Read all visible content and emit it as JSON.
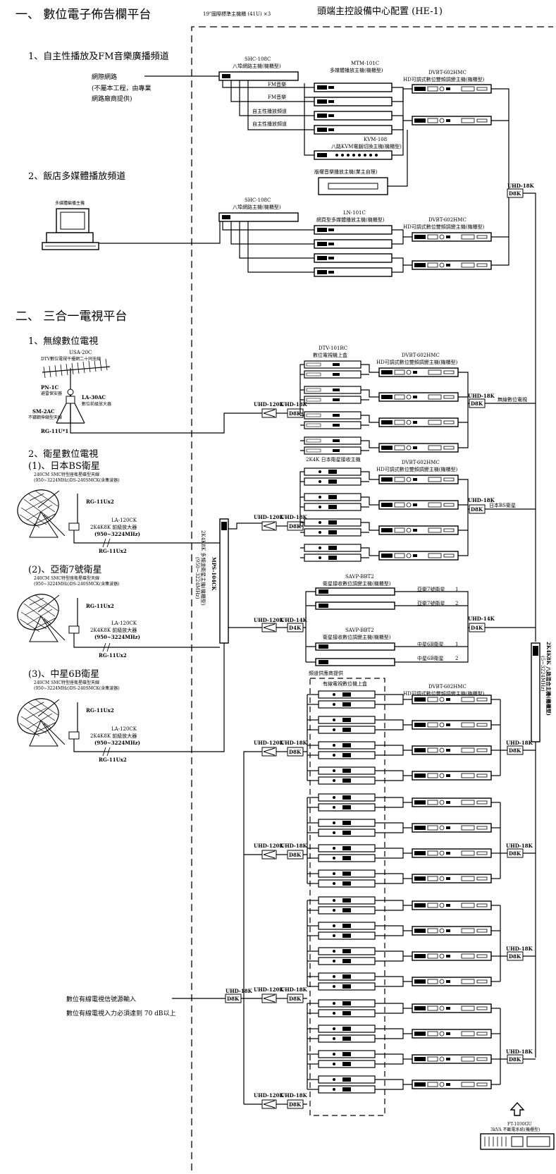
{
  "header": {
    "section1": "一、 數位電子佈告欄平台",
    "rack": "19\"國際標準主機櫃 (41U) ×3",
    "center": "頭端主控設備中心配置 (HE-1)"
  },
  "part1": {
    "title_fm": "1、自主性播放及FM音樂廣播頻道",
    "network_line1": "網際網路",
    "network_line2": "(不屬本工程，由專業",
    "network_line3": "網路廠商提供)",
    "title_hotel": "2、飯店多媒體播放頻道",
    "pc_label": "多媒體編播主機",
    "shc_model": "SHC-108C",
    "shc_desc": "八埠網路主機(機櫃型)",
    "mtm_model": "MTM-101C",
    "mtm_desc": "多媒體播放主機(機櫃型)",
    "dvbt_model": "DVBT-602HMC",
    "dvbt_desc": "HD可調式數位雙頻調變主機(機櫃型)",
    "fm1": "FM音樂",
    "fm2": "FM音樂",
    "self1": "自主性播放頻道",
    "self2": "自主性播放頻道",
    "kvm_model": "KVM-108",
    "kvm_desc": "八路KVM電腦切換主機(機櫃型)",
    "music_host": "版權音樂播放主機(業主自理)",
    "ln_model": "LN-101C",
    "ln_desc": "網頁型多媒體播放主機(機櫃型)",
    "uhd18k": "UHD-18K",
    "d8k": "D8K"
  },
  "part2": {
    "section2": "二、 三合一電視平台",
    "dtv_title": "1、無線數位電視",
    "usa_model": "USA-20C",
    "usa_desc": "DTV數位電視干擾網二十同天線",
    "pn_model": "PN-1C",
    "pn_desc": "避雷保安器",
    "la30_model": "LA-30AC",
    "la30_desc": "數位前級放大器",
    "sm_model": "SM-2AC",
    "sm_desc": "不鏽鋼伸縮型天線",
    "rg11u1": "RG-11U*1",
    "dtv101_model": "DTV-101RC",
    "dtv101_desc": "數位電視機上盒",
    "uhd120k": "UHD-120K",
    "wireless_tv": "無線數位電視",
    "sat_title": "2、衛星數位電視",
    "bs_title": "(1)、日本BS衛星",
    "dish_desc1": "240CM SMC特型座衛星碟型天線",
    "dish_desc2": "(950~3224MHz)DS-240SMCK(含集波器)",
    "rg11ux2": "RG-11Ux2",
    "la120_model": "LA-120CK",
    "la120_desc": "2K4K8K 前級放大器",
    "la120_range": "(950~3224MHz)",
    "asia_title": "(2)、亞衛7號衛星",
    "cs_title": "(3)、中星6B衛星",
    "mps_model": "MPS-104CK",
    "mps_desc": "2K4K8K 多頻道衛星主機(機櫃型)",
    "mps_range": "(950~3224MHz)",
    "jp_receiver": "2K4K 日本衛星接收主機",
    "japan_bs": "日本BS衛星",
    "savp_model": "SAVP-BBT2",
    "savp_desc": "衛星接收數位調變主機(機櫃型)",
    "asia_ch1": "亞衛7號衛星",
    "asia_ch2": "亞衛7號衛星",
    "cs_ch1": "中星6B衛星",
    "cs_ch2": "中星6B衛星",
    "n1": "1",
    "n2": "2",
    "uhd14k": "UHD-14K",
    "d4k": "D4K",
    "combiner_title": "2K4K8K 八路混合主機(機櫃型)",
    "combiner_range": "(5~3224MHz)",
    "vendor": "頻道供應商提供",
    "cable_stb": "有線電視數位機上盒",
    "cable_in1": "數位有線電視信號源輸入",
    "cable_in2": "數位有線電視入力必須達到 70 dB以上",
    "ups_model": "FT-1030GU",
    "ups_desc": "3kVA 不斷電系統(機櫃型)"
  }
}
